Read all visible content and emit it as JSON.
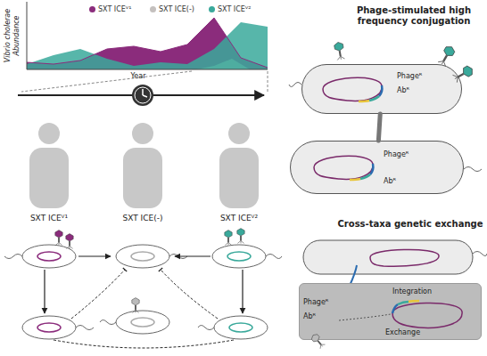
{
  "diagram": {
    "nodes": [
      {
        "text": [
          "Phageᴿ",
          "Abᴿ"
        ]
      },
      {
        "text": [
          "Phageᴿ",
          "Abᴿ"
        ]
      },
      {
        "text": [
          "Phageᴿ",
          "Abᴿ",
          "Integration",
          "Exchange"
        ]
      }
    ],
    "edges": [
      {
        "from": 0,
        "to": 1,
        "arrow": "none"
      }
    ],
    "labels": [
      "Vibrio cholerae Abundance",
      "Year",
      "SXT ICEⱽ¹",
      "SXT ICE(-)",
      "SXT ICEⱽ²",
      "Phage-stimulated high frequency conjugation",
      "Cross-taxa genetic exchange"
    ],
    "legend": [
      {
        "text": "SXT ICEⱽ¹",
        "color": "#8b2c7c"
      },
      {
        "text": "SXT ICE(-)",
        "color": "#c4c0be"
      },
      {
        "text": "SXT ICEⱽ²",
        "color": "#3aa99b"
      }
    ]
  }
}
